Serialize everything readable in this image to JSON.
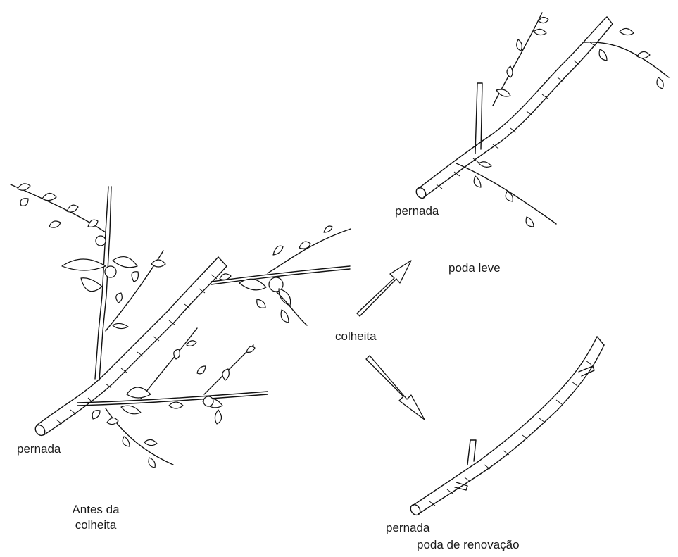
{
  "diagram": {
    "labels": {
      "before_branch": "pernada",
      "before_caption_line1": "Antes da",
      "before_caption_line2": "colheita",
      "harvest": "colheita",
      "light_branch": "pernada",
      "light_caption": "poda leve",
      "renewal_branch": "pernada",
      "renewal_caption": "poda de renovação"
    },
    "colors": {
      "ink": "#111111",
      "background": "#ffffff"
    }
  }
}
